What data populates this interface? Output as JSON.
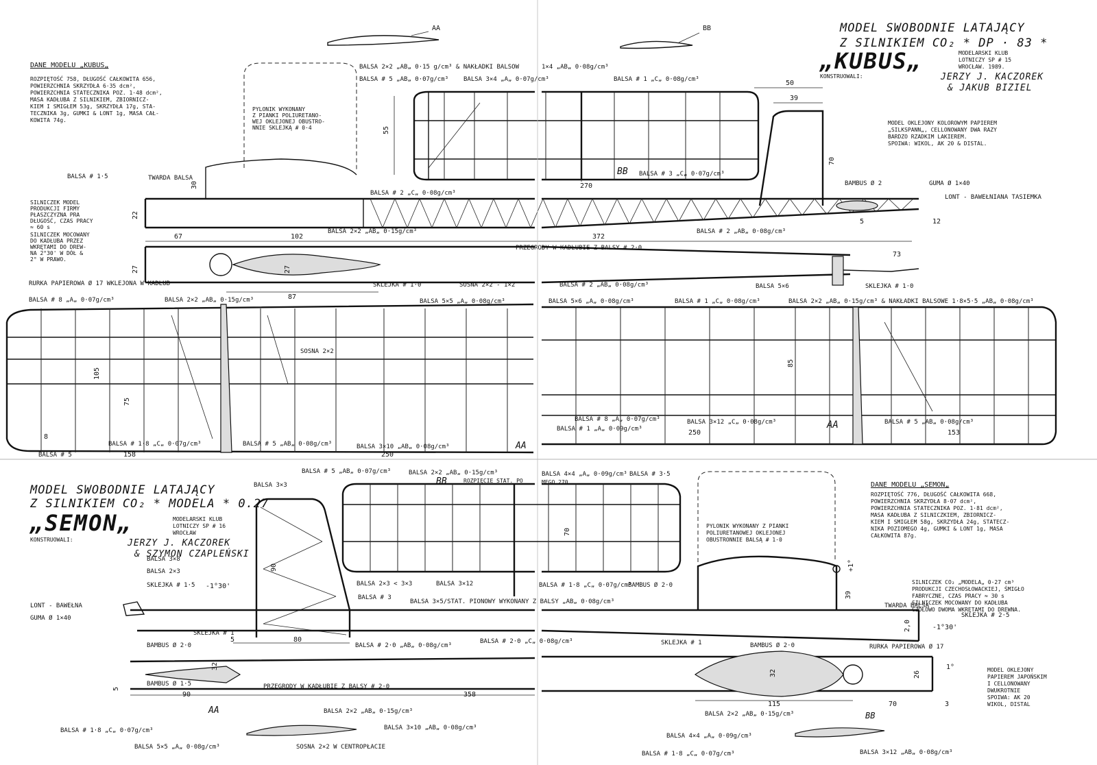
{
  "top_model": {
    "title_line1": "MODEL SWOBODNIE LATAJĄCY",
    "title_line2": "Z SILNIKIEM CO₂ * DP · 83 *",
    "name": "„KUBUS„",
    "club": [
      "MODELARSKI KLUB",
      "LOTNICZY SP # 15",
      "WROCŁAW. 1989."
    ],
    "designers_label": "KONSTRUOWALI:",
    "designers": [
      "JERZY J. KACZOREK",
      "& JAKUB BIZIEL"
    ],
    "data_title": "DANE MODELU „KUBUS„",
    "data_text": [
      "ROZPIĘTOŚĆ 758, DŁUGOŚĆ CAŁKOWITA 656,",
      "POWIERZCHNIA SKRZYDŁA 6·35 dcm²,",
      "POWIERZCHNIA STATECZNIKA POZ. 1·48 dcm²,",
      "MASA KADŁUBA Z SILNIKIEM, ZBIORNICZ-",
      "KIEM I SMIGŁEM 53g, SKRZYDŁA 17g, STA-",
      "TECZNIKA 3g, GUMKI & LONT 1g, MASA CAŁ-",
      "KOWITA 74g."
    ],
    "covering_note": [
      "MODEL OKLEJONY KOLOROWYM PAPIEREM",
      "„SILKSPANN„, CELLONOWANY DWA RAZY",
      "BARDZO RZADKIM LAKIEREM.",
      "SPOIWA: WIKOL, AK 20 & DISTAL."
    ],
    "pylon_note": [
      "PYLONIK WYKONANY",
      "Z PIANKI POLIURETANO-",
      "WEJ OKLEJONEJ OBUSTRO-",
      "NNIE SKLEJKĄ # 0·4"
    ],
    "engine_note": [
      "SILNICZEK MODEL",
      "PRODUKCJI FIRMY",
      "PŁASZCZYZNA PRA",
      "DŁUGOŚĆ, CZAS PRACY",
      "≈ 60 s",
      "SILNICZEK MOCOWANY",
      "DO KADŁUBA PRZEZ",
      "WKRĘTAMI DO DREW-",
      "NA 2°30' W DÓŁ &",
      "2° W PRAWO."
    ]
  },
  "bottom_model": {
    "title_line1": "MODEL SWOBODNIE LATAJĄCY",
    "title_line2": "Z SILNIKIEM CO₂ * MODELA * 0.27",
    "name": "„SEMON„",
    "club": [
      "MODELARSKI KLUB",
      "LOTNICZY SP # 16",
      "WROCŁAW"
    ],
    "designers_label": "KONSTRUOWALI:",
    "designers": [
      "JERZY J. KACZOREK",
      "& SZYMON CZAPLEŃSKI"
    ],
    "data_title": "DANE MODELU „SEMON„",
    "data_text": [
      "ROZPIĘTOŚĆ 776, DŁUGOŚĆ CAŁKOWITA 668,",
      "POWIERZCHNIA SKRZYDŁA 8·07 dcm²,",
      "POWIERZCHNIA STATECZNIKA POZ. 1·81 dcm²,",
      "MASA KADŁUBA Z SILNICZKIEM, ZBIORNICZ-",
      "KIEM I SMIGŁEM 58g, SKRZYDŁA 24g, STATECZ-",
      "NIKA POZIOMEGO 4g, GUMKI & LONT 1g, MASA",
      "CAŁKOWITA 87g."
    ],
    "pylon_note": [
      "PYLONIK WYKONANY Z PIANKI",
      "POLIURETANOWEJ OKLEJONEJ",
      "OBUSTRONNIE BALSĄ # 1·0"
    ],
    "engine_note": [
      "SILNICZEK CO₂ „MODELA„ 0·27 cm³",
      "PRODUKCJI CZECHOSŁOWACKIEJ, ŚMIGŁO",
      "FABRYCZNE, CZAS PRACY ≈ 30 s",
      "SILNICZEK MOCOWANY DO KADŁUBA",
      "CZOŁOWO DWOMA WKRĘTAMI DO DREWNA."
    ],
    "covering_note": [
      "MODEL OKLEJONY",
      "PAPIEREM JAPOŃSKIM",
      "I CELLONOWANY",
      "DWUKROTNIE",
      "SPOIWA: AK 20",
      "WIKOL, DISTAL"
    ]
  },
  "section_labels": {
    "aa": "AA",
    "bb": "BB"
  },
  "labels_top": {
    "balsa_2x2_ab": "BALSA 2×2 „AB„ 0·15 g/cm³ & NAKŁADKI BALSOW",
    "balsa_5_ab": "BALSA # 5 „AB„ 0·07g/cm³",
    "balsa_3x4_a": "BALSA 3×4 „A„ 0·07g/cm³",
    "balsa_1x4_a": "1×4 „AB„ 0·08g/cm³",
    "balsa_1_c": "BALSA # 1 „C„ 0·08g/cm³",
    "balsa_3_c": "BALSA # 3 „C„ 0·07g/cm³",
    "bb_mark": "BB",
    "twarda_balsa": "TWARDA BALSA",
    "balsa_15": "BALSA # 1·5",
    "bambus": "BAMBUS Ø 2",
    "guma": "GUMA Ø 1×40",
    "lont": "LONT - BAWEŁNIANA TASIEMKA",
    "balsa_2x2_c": "BALSA # 2 „C„ 0·08g/cm³",
    "balsa_2x2_ab_low": "BALSA 2×2 „AB„ 0·15g/cm³",
    "przegrody": "PRZEGRODY W KADŁUBIE Z BALSY # 2·0",
    "sklejka_10": "SKLEJKA # 1·0",
    "rurka": "RURKA PAPIEROWA Ø 17 WKLEJONA W KADŁUB",
    "sosna": "SOSNA 2×2 - 1×2",
    "balsa_2_a": "BALSA # 2 „AB„ 0·08g/cm³",
    "balsa_5x6": "BALSA 5×6",
    "sklejka_10b": "SKLEJKA # 1·0"
  },
  "labels_wing": {
    "balsa_8_a": "BALSA # 8 „A„ 0·07g/cm³",
    "balsa_2x2_ab": "BALSA 2×2 „AB„ 0·15g/cm³",
    "balsa_5x5_a": "BALSA 5×5 „A„ 0·08g/cm³",
    "balsa_5x6_a": "BALSA 5×6 „A„ 0·08g/cm³",
    "balsa_1_c": "BALSA # 1 „C„ 0·08g/cm³",
    "balsa_2x2_nakladki": "BALSA 2×2 „AB„ 0·15g/cm³ & NAKŁADKI BALSOWE 1·8×5·5 „AB„ 0·08g/cm³",
    "sosna": "SOSNA 2×2",
    "balsa_18_c": "BALSA # 1·8 „C„ 0·07g/cm³",
    "balsa_5_ab": "BALSA # 5 „AB„ 0·08g/cm³",
    "balsa_3x10_ab": "BALSA 3×10 „AB„ 0·08g/cm³",
    "balsa_5": "BALSA # 5",
    "balsa_8_a2": "BALSA # 8 „A„ 0·07g/cm³",
    "balsa_1_a": "BALSA # 1 „A„ 0·09g/cm³",
    "balsa_3x12_c": "BALSA 3×12 „C„ 0·08g/cm³",
    "balsa_5_a": "BALSA # 5 „AB„ 0·08g/cm³"
  },
  "labels_bottom": {
    "balsa_3x3": "BALSA 3×3",
    "balsa_5_ab": "BALSA # 5 „AB„ 0·07g/cm³",
    "balsa_2x2_ab": "BALSA 2×2 „AB„ 0·15g/cm³",
    "rozpiecie": "ROZPIĘCIE STAT. PO",
    "balsa_4x4": "BALSA 4×4 „A„ 0·09g/cm³",
    "balsa_3_5": "BALSA # 3·5",
    "mego": "MEGO 270",
    "balsa_3x8": "BALSA 3×8",
    "balsa_2x3": "BALSA 2×3",
    "sklejka_15": "SKLEJKA # 1·5",
    "lont": "LONT - BAWEŁNA",
    "guma": "GUMA Ø 1×40",
    "balsa_2x3_3x3": "BALSA 2×3 < 3×3",
    "balsa_3x12": "BALSA 3×12",
    "balsa_18_c": "BALSA # 1·8 „C„ 0·07g/cm³",
    "bambus_20": "BAMBUS Ø 2·0",
    "balsa_3": "BALSA # 3",
    "balsa_3x5": "BALSA 3×5/STAT. PIONOWY WYKONANY Z BALSY „AB„ 0·08g/cm³",
    "twarda": "TWARDA BALSA",
    "sklejka_25": "SKLEJKA # 2·5",
    "sklejka_1": "SKLEJKA # 1",
    "bambus_20b": "BAMBUS Ø 2·0",
    "balsa_2_ab": "BALSA # 2·0 „AB„ 0·08g/cm³",
    "balsa_2_c": "BALSA # 2·0 „C„ 0·08g/cm³",
    "sklejka_1b": "SKLEJKA # 1",
    "bambus_20c": "BAMBUS Ø 2·0",
    "rurka": "RURKA PAPIEROWA Ø 17",
    "bambus_15": "BAMBUS Ø 1·5",
    "przegrody": "PRZEGRODY W KADŁUBIE Z BALSY # 2·0",
    "aa": "AA",
    "balsa_2x2_ab2": "BALSA 2×2 „AB„ 0·15g/cm³",
    "balsa_3x10": "BALSA 3×10 „AB„ 0·08g/cm³",
    "balsa_18": "BALSA # 1·8 „C„ 0·07g/cm³",
    "balsa_5x5": "BALSA 5×5 „A„ 0·08g/cm³",
    "sosna": "SOSNA 2×2 W CENTROPŁACIE",
    "balsa_2x2_c": "BALSA 2×2 „AB„ 0·15g/cm³",
    "balsa_4_a": "BALSA 4×4 „A„ 0·09g/cm³",
    "balsa_18b": "BALSA # 1·8 „C„ 0·07g/cm³",
    "balsa_3x12b": "BALSA 3×12 „AB„ 0·08g/cm³",
    "bb": "BB"
  },
  "dims": {
    "top_55": "55",
    "top_50": "50",
    "top_39": "39",
    "top_70": "70",
    "top_270": "270",
    "top_67": "67",
    "top_102": "102",
    "top_372": "372",
    "top_73": "73",
    "top_5": "5",
    "top_12": "12",
    "top_27": "27",
    "top_87": "87",
    "top_22": "22",
    "top_30": "30",
    "wing_105": "105",
    "wing_75": "75",
    "wing_158": "158",
    "wing_250": "250",
    "wing_85": "85",
    "wing_250b": "250",
    "wing_153": "153",
    "wing_8": "8",
    "bot_90": "90",
    "bot_70": "70",
    "bot_80": "80",
    "bot_5": "5",
    "bot_32": "32",
    "bot_90b": "90",
    "bot_358": "358",
    "bot_39": "39",
    "bot_20": "2,0",
    "bot_32b": "32",
    "bot_26": "26",
    "bot_115": "115",
    "bot_70b": "70",
    "bot_3": "3",
    "bot_5b": "5",
    "bot_1deg": "+1°",
    "bot_130": "-1°30'",
    "bot_130b": "-1°30'",
    "bot_1d": "1°"
  }
}
